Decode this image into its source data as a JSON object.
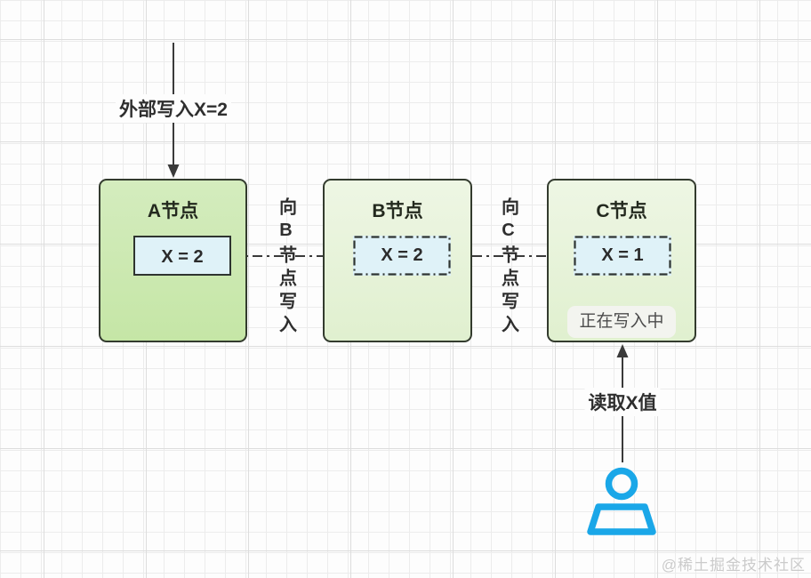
{
  "labels": {
    "external_write": "外部写入X=2",
    "read": "读取X值",
    "watermark": "@稀土掘金技术社区"
  },
  "nodes": [
    {
      "title": "A节点",
      "value": "X = 2"
    },
    {
      "title": "B节点",
      "value": "X = 2"
    },
    {
      "title": "C节点",
      "value": "X = 1",
      "status": "正在写入中"
    }
  ],
  "edges": [
    {
      "label": "向B节点写入"
    },
    {
      "label": "向C节点写入"
    }
  ],
  "icons": {
    "person": "person-icon"
  },
  "colors": {
    "node_a_fill": "#cde9b3",
    "node_bc_fill": "#e7f3da",
    "node_border": "#333b2e",
    "value_fill": "#dff2f8",
    "arrow": "#3a3a3a",
    "person_blue": "#1aa7e8",
    "status_bg": "#f3f4ef",
    "watermark_gray": "#cbcbcb"
  }
}
